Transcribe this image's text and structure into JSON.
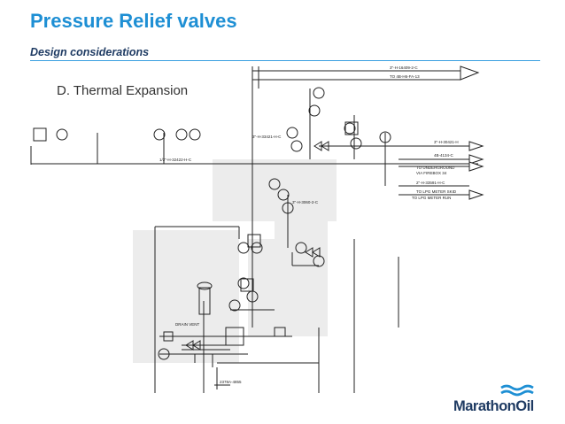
{
  "slide": {
    "title": "Pressure Relief valves",
    "subtitle": "Design considerations",
    "bullet": "D. Thermal Expansion"
  },
  "diagram": {
    "labels": {
      "l1": "3\"-H-16409-2-C",
      "l2": "TO 4B-H6-FA-13",
      "l3": "3\"-H-30421-H",
      "l4": "3\"-H-3060-2-C",
      "l5": "2\"-H-33591-H-C",
      "l6": "TO LPG METER SKID",
      "l7": "4B-4134-C",
      "l8": "3\"-H-33421-H-C",
      "l9": "TO LPG METER RUN",
      "l10": "1/2\"-H-32422-H-C",
      "l11": "DRAIN VENT",
      "l12": "2378A-4855",
      "l13": "TO UNDERGROUND",
      "l14": "VIA FIREBOX 34"
    }
  },
  "logo": {
    "text": "MarathonOil",
    "colors": {
      "blue": "#1e8fd4",
      "navy": "#1f3b63"
    }
  },
  "colors": {
    "title": "#1e8fd4",
    "subtitle": "#1f3b63",
    "rule": "#3aa0e0"
  }
}
